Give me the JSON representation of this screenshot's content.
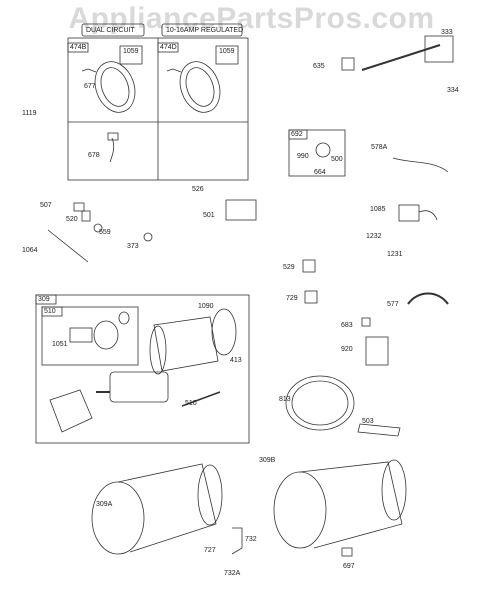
{
  "watermark": "AppliancePartsPros.com",
  "boxes": {
    "alternator_left_title": "DUAL CIRCUIT",
    "alternator_right_title": "10-16AMP REGULATED",
    "alternator_left_ref": "474B",
    "alternator_right_ref": "474D",
    "switch_ref": "692",
    "starter_ref": "309",
    "drive_ref": "510"
  },
  "parts": {
    "p333": "333",
    "p635": "635",
    "p334": "334",
    "p1119": "1119",
    "p677": "677",
    "p1059a": "1059",
    "p1059b": "1059",
    "p678": "678",
    "p990": "990",
    "p500": "500",
    "p664": "664",
    "p578a": "578A",
    "p526": "526",
    "p501": "501",
    "p507": "507",
    "p520": "520",
    "p559": "559",
    "p373": "373",
    "p1064": "1064",
    "p1085": "1085",
    "p1232": "1232",
    "p1231": "1231",
    "p529": "529",
    "p729": "729",
    "p577": "577",
    "p683": "683",
    "p920": "920",
    "p1090": "1090",
    "p1051": "1051",
    "p413": "413",
    "p510b": "510",
    "p813": "813",
    "p503": "503",
    "p309a": "309A",
    "p309b": "309B",
    "p727": "727",
    "p732": "732",
    "p732a": "732A",
    "p697": "697"
  }
}
